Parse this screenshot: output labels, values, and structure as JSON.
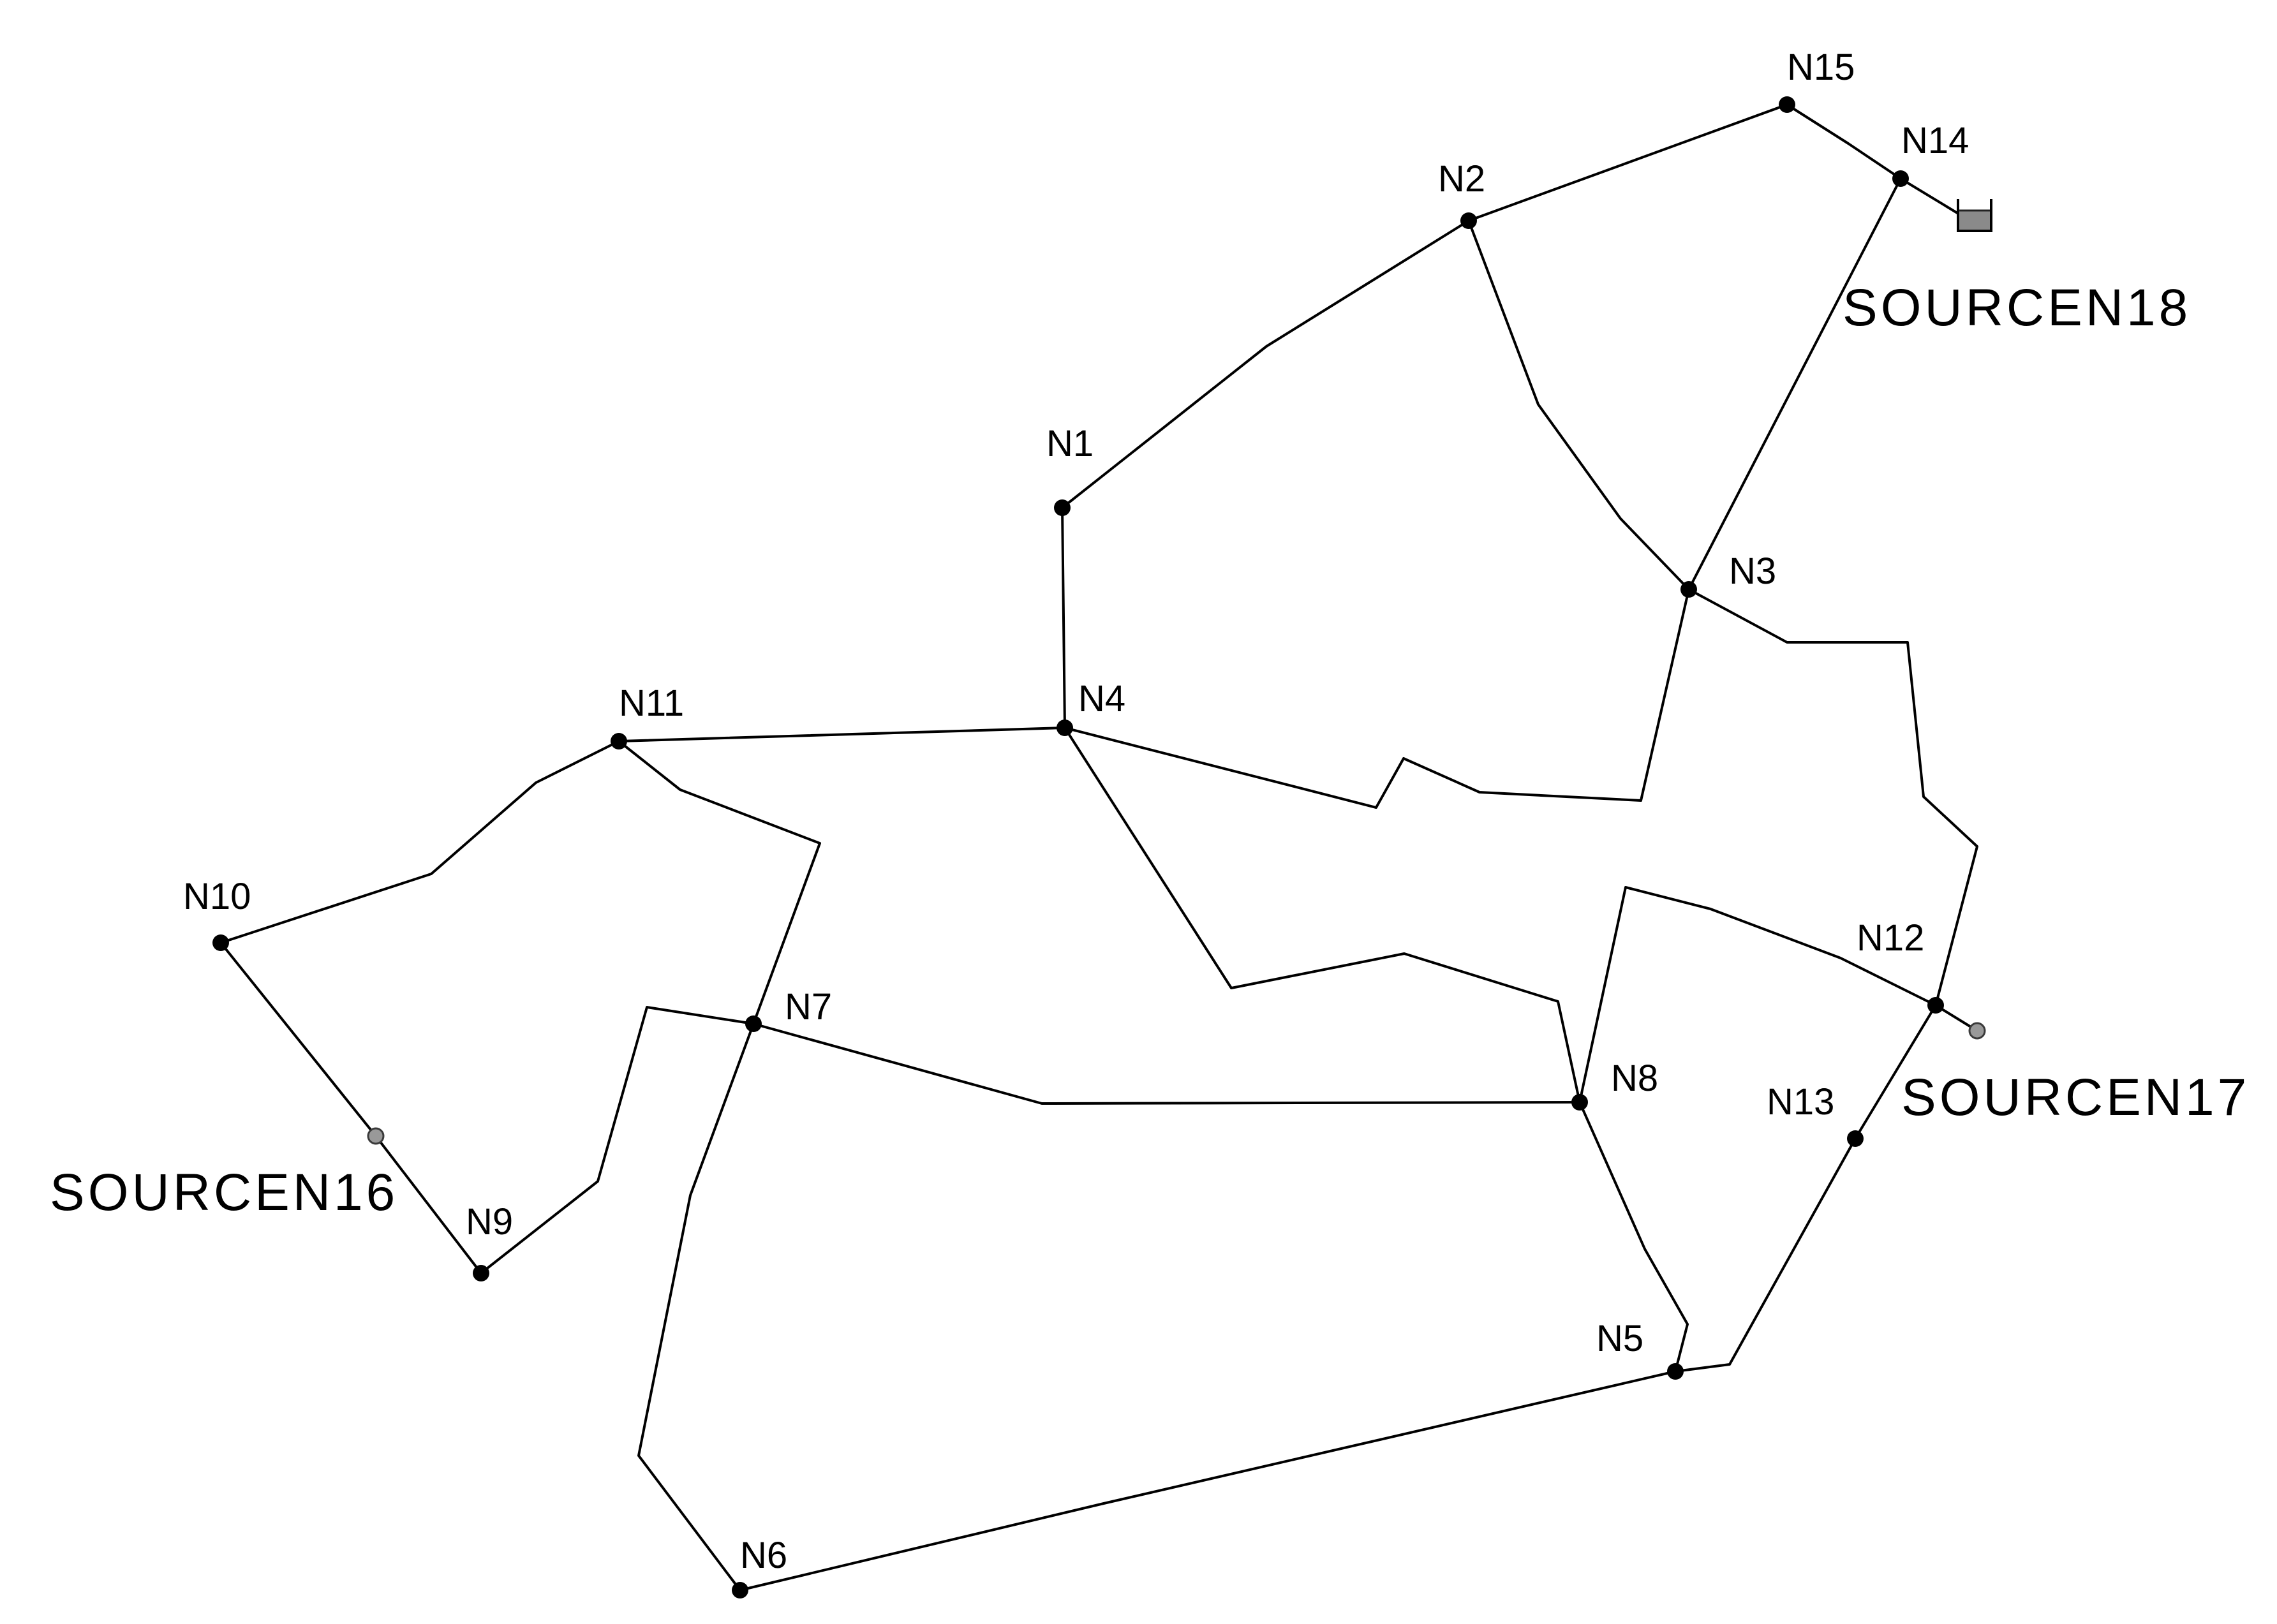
{
  "colors": {
    "background": "#ffffff",
    "pipe": "#000000",
    "junction": "#000000",
    "source_fill": "#999999",
    "tank_fill": "#8a8a8a"
  },
  "nodes": {
    "N1": "N1",
    "N2": "N2",
    "N3": "N3",
    "N4": "N4",
    "N5": "N5",
    "N6": "N6",
    "N7": "N7",
    "N8": "N8",
    "N9": "N9",
    "N10": "N10",
    "N11": "N11",
    "N12": "N12",
    "N13": "N13",
    "N14": "N14",
    "N15": "N15"
  },
  "sources": {
    "SOURCEN16": "SOURCEN16",
    "SOURCEN17": "SOURCEN17",
    "SOURCEN18": "SOURCEN18"
  },
  "symbols": {
    "junction": "filled-circle",
    "reservoir": "gray-circle",
    "tank": "tank-icon"
  },
  "links": [
    {
      "from": "N1",
      "to": "N2"
    },
    {
      "from": "N2",
      "to": "N15"
    },
    {
      "from": "N15",
      "to": "N14"
    },
    {
      "from": "N14",
      "to": "SOURCEN18"
    },
    {
      "from": "N14",
      "to": "N3"
    },
    {
      "from": "N2",
      "to": "N3"
    },
    {
      "from": "N1",
      "to": "N4"
    },
    {
      "from": "N4",
      "to": "N3"
    },
    {
      "from": "N3",
      "to": "N12"
    },
    {
      "from": "N4",
      "to": "N11"
    },
    {
      "from": "N4",
      "to": "N8"
    },
    {
      "from": "N11",
      "to": "N10"
    },
    {
      "from": "N11",
      "to": "N6"
    },
    {
      "from": "N10",
      "to": "SOURCEN16"
    },
    {
      "from": "SOURCEN16",
      "to": "N9"
    },
    {
      "from": "N9",
      "to": "N7"
    },
    {
      "from": "N7",
      "to": "N8"
    },
    {
      "from": "N8",
      "to": "N12"
    },
    {
      "from": "N8",
      "to": "N5"
    },
    {
      "from": "N12",
      "to": "SOURCEN17"
    },
    {
      "from": "N12",
      "to": "N13"
    },
    {
      "from": "N13",
      "to": "N5"
    },
    {
      "from": "N5",
      "to": "N6"
    }
  ]
}
